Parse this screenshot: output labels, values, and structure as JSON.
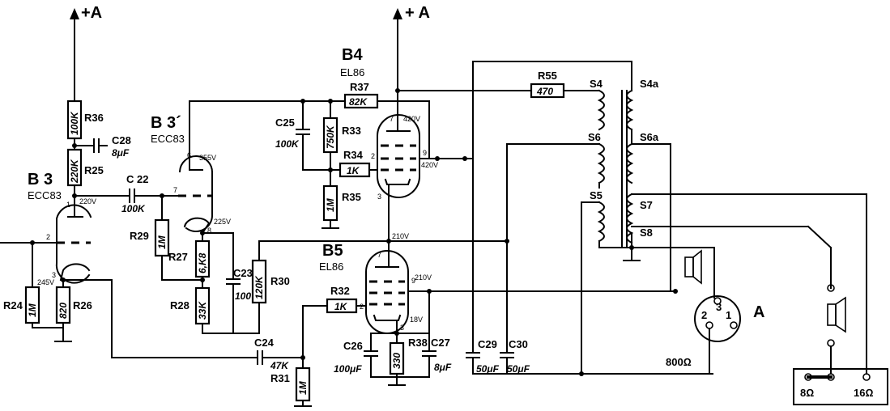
{
  "supply": {
    "left": "+A",
    "right": "+ A"
  },
  "tubes": {
    "b3": {
      "name": "B 3",
      "type": "ECC83",
      "p1": "1",
      "p2": "2",
      "p3": "3",
      "v_anode": "220V",
      "v_cathode": "245V"
    },
    "b3p": {
      "name": "B 3´",
      "type": "ECC83",
      "p6": "6",
      "p7": "7",
      "p8": "8",
      "v_anode": "355V",
      "v_cathode": "225V"
    },
    "b4": {
      "name": "B4",
      "type": "EL86",
      "p7": "7",
      "p2": "2",
      "p9": "9",
      "p3": "3",
      "v_anode": "420V",
      "v_screen": "420V"
    },
    "b5": {
      "name": "B5",
      "type": "EL86",
      "p7": "7",
      "p9": "9",
      "p2": "2",
      "p3": "3",
      "v_anode": "210V",
      "v_screen": "210V",
      "v_cathode": "18V"
    }
  },
  "resistors": {
    "r24": {
      "name": "R24",
      "value": "1M"
    },
    "r26": {
      "name": "R26",
      "value": "820"
    },
    "r36": {
      "name": "R36",
      "value": "100K"
    },
    "r25": {
      "name": "R25",
      "value": "220K"
    },
    "r29": {
      "name": "R29",
      "value": "1M"
    },
    "r27": {
      "name": "R27",
      "value": "6,K8"
    },
    "r28": {
      "name": "R28",
      "value": "33K"
    },
    "r30": {
      "name": "R30",
      "value": "120K"
    },
    "r37": {
      "name": "R37",
      "value": "82K"
    },
    "r33": {
      "name": "R33",
      "value": "750K"
    },
    "r34": {
      "name": "R34",
      "value": "1K"
    },
    "r35": {
      "name": "R35",
      "value": "1M"
    },
    "r55": {
      "name": "R55",
      "value": "470"
    },
    "r32": {
      "name": "R32",
      "value": "1K"
    },
    "r31": {
      "name": "R31",
      "value": "1M"
    },
    "r38": {
      "name": "R38",
      "value": "330"
    }
  },
  "capacitors": {
    "c28": {
      "name": "C28",
      "value": "8μF"
    },
    "c22": {
      "name": "C 22",
      "value": "100K"
    },
    "c23": {
      "name": "C23",
      "value": "100"
    },
    "c25": {
      "name": "C25",
      "value": "100K"
    },
    "c24": {
      "name": "C24",
      "value": "47K"
    },
    "c26": {
      "name": "C26",
      "value": "100μF"
    },
    "c27": {
      "name": "C27",
      "value": "8μF"
    },
    "c29": {
      "name": "C29",
      "value": "50μF"
    },
    "c30": {
      "name": "C30",
      "value": "50μF"
    }
  },
  "transformer": {
    "s4": "S4",
    "s4a": "S4a",
    "s6": "S6",
    "s6a": "S6a",
    "s5": "S5",
    "s7": "S7",
    "s8": "S8"
  },
  "output": {
    "connector": "A",
    "pin1": "1",
    "pin2": "2",
    "pin3": "3",
    "imp_800": "800Ω",
    "imp_8": "8Ω",
    "imp_16": "16Ω"
  }
}
